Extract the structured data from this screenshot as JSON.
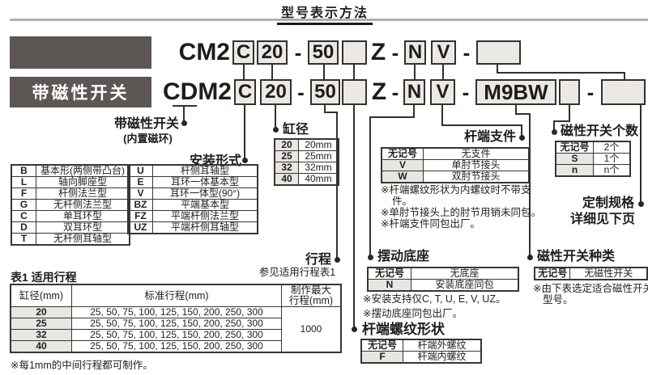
{
  "page": {
    "title": "型号表示方法"
  },
  "series": {
    "bar1": "",
    "bar2": "带磁性开关"
  },
  "sym": {
    "dash": "-"
  },
  "model1": {
    "prefix": "CM2",
    "mount": "C",
    "bore": "20",
    "stroke": "50",
    "thread_blank": "",
    "series_suffix": "Z",
    "pivot": "N",
    "bracket": "V",
    "custom_blank": ""
  },
  "model2": {
    "prefix": "CDM2",
    "mount": "C",
    "bore": "20",
    "stroke": "50",
    "thread_blank": "",
    "series_suffix": "Z",
    "pivot": "N",
    "bracket": "V",
    "switch": "M9BW",
    "count_blank": "",
    "custom_blank": ""
  },
  "labels": {
    "with_switch": "带磁性开关",
    "with_switch_sub": "(内置磁环)",
    "mount": "安装形式",
    "bore": "缸径",
    "stroke": "行程",
    "stroke_sub": "参见适用行程表1",
    "thread": "杆端螺纹形状",
    "pivot": "摆动底座",
    "bracket": "杆端支件",
    "sw_count": "磁性开关个数",
    "sw_type": "磁性开关种类",
    "custom_1": "定制规格",
    "custom_2": "详细见下页"
  },
  "mount_basic": {
    "rows": [
      {
        "code": "B",
        "desc": "基本形(两侧带凸台)"
      },
      {
        "code": "L",
        "desc": "轴向脚座型"
      },
      {
        "code": "F",
        "desc": "杆侧法兰型"
      },
      {
        "code": "G",
        "desc": "无杆侧法兰型"
      },
      {
        "code": "C",
        "desc": "单耳环型"
      },
      {
        "code": "D",
        "desc": "双耳环型"
      },
      {
        "code": "T",
        "desc": "无杆侧耳轴型"
      }
    ]
  },
  "mount_more": {
    "rows": [
      {
        "code": "U",
        "desc": "杆侧耳轴型"
      },
      {
        "code": "E",
        "desc": "耳环一体基本型"
      },
      {
        "code": "V",
        "desc": "耳环一体型(90°)"
      },
      {
        "code": "BZ",
        "desc": "平端基本型"
      },
      {
        "code": "FZ",
        "desc": "平端杆侧法兰型"
      },
      {
        "code": "UZ",
        "desc": "平端杆侧耳轴型"
      }
    ]
  },
  "bore": {
    "rows": [
      {
        "code": "20",
        "desc": "20mm"
      },
      {
        "code": "25",
        "desc": "25mm"
      },
      {
        "code": "32",
        "desc": "32mm"
      },
      {
        "code": "40",
        "desc": "40mm"
      }
    ]
  },
  "bracket": {
    "rows": [
      {
        "code": "无记号",
        "desc": "无支件"
      },
      {
        "code": "V",
        "desc": "单肘节接头"
      },
      {
        "code": "W",
        "desc": "双肘节接头"
      }
    ],
    "notes": [
      "※杆端螺纹形状为内螺纹时不带支",
      "件。",
      "※单肘节接头上的肘节用销未同包。",
      "※杆端支件同包出厂。"
    ]
  },
  "pivot": {
    "rows": [
      {
        "code": "无记号",
        "desc": "无底座"
      },
      {
        "code": "N",
        "desc": "安装底座同包"
      }
    ],
    "notes": [
      "※安装支持仅C, T, U, E, V, UZ。",
      "※摆动底座同包出厂。"
    ]
  },
  "thread": {
    "rows": [
      {
        "code": "无记号",
        "desc": "杆端外螺纹"
      },
      {
        "code": "F",
        "desc": "杆端内螺纹"
      }
    ]
  },
  "sw_count": {
    "rows": [
      {
        "code": "无记号",
        "desc": "2个"
      },
      {
        "code": "S",
        "desc": "1个"
      },
      {
        "code": "n",
        "desc": "n个"
      }
    ]
  },
  "sw_type": {
    "rows": [
      {
        "code": "无记号",
        "desc": "无磁性开关"
      }
    ],
    "notes": [
      "※由下表选定适合磁性开关",
      "型号。"
    ]
  },
  "table1": {
    "title": "表1 适用行程",
    "headers": {
      "bore": "缸径(mm)",
      "stroke": "标准行程(mm)",
      "max1": "制作最大",
      "max2": "行程(mm)"
    },
    "rows": [
      {
        "bore": "20",
        "strokes": "25, 50, 75, 100, 125, 150, 200, 250, 300"
      },
      {
        "bore": "25",
        "strokes": "25, 50, 75, 100, 125, 150, 200, 250, 300"
      },
      {
        "bore": "32",
        "strokes": "25, 50, 75, 100, 125, 150, 200, 250, 300"
      },
      {
        "bore": "40",
        "strokes": "25, 50, 75, 100, 125, 150, 200, 250, 300"
      }
    ],
    "max_stroke": "1000",
    "note": "※每1mm的中间行程都可制作。"
  }
}
